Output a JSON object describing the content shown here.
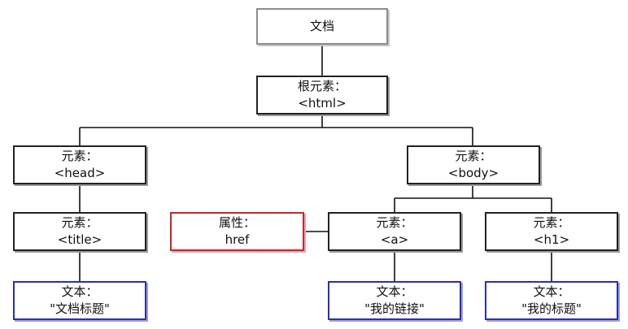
{
  "nodes": {
    "document": {
      "line1": "文档"
    },
    "root": {
      "line1": "根元素：",
      "line2": "<html>"
    },
    "head": {
      "line1": "元素：",
      "line2": "<head>"
    },
    "body": {
      "line1": "元素：",
      "line2": "<body>"
    },
    "title": {
      "line1": "元素：",
      "line2": "<title>"
    },
    "attr": {
      "line1": "属性：",
      "line2": "href"
    },
    "a": {
      "line1": "元素：",
      "line2": "<a>"
    },
    "h1": {
      "line1": "元素：",
      "line2": "<h1>"
    },
    "text_title": {
      "line1": "文本：",
      "line2": "\"文档标题\""
    },
    "text_a": {
      "line1": "文本：",
      "line2": "\"我的链接\""
    },
    "text_h1": {
      "line1": "文本：",
      "line2": "\"我的标题\""
    }
  },
  "colors": {
    "document_border": "#8c8c8c",
    "element_border": "#222222",
    "attribute_border": "#c8262d",
    "text_border": "#2b2fb0",
    "connector": "#111111"
  }
}
